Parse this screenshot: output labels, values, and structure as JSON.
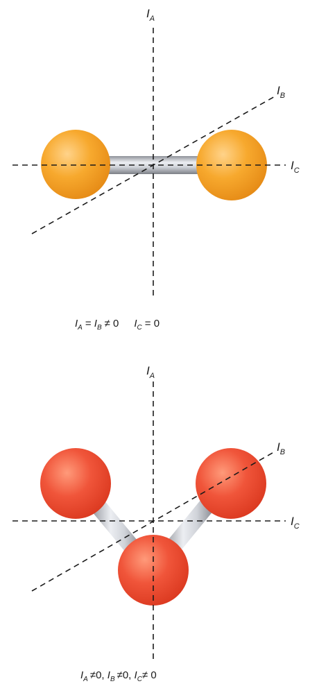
{
  "axis_symbol": "I",
  "panels": [
    {
      "molecule": "linear",
      "axes": {
        "a": "A",
        "b": "B",
        "c": "C"
      },
      "caption": {
        "term1_sub": "A",
        "relation1": "= ",
        "term2_sub": "B",
        "relation2": "≠ 0",
        "term3_sub": "C",
        "relation3": "= 0"
      },
      "atom_color": "#f5a020"
    },
    {
      "molecule": "bent",
      "axes": {
        "a": "A",
        "b": "B",
        "c": "C"
      },
      "caption": {
        "term1_sub": "A",
        "relation1": "≠0, ",
        "term2_sub": "B",
        "relation2": "≠0, ",
        "term3_sub": "C",
        "relation3": "≠ 0"
      },
      "atom_color": "#e8482a"
    }
  ]
}
